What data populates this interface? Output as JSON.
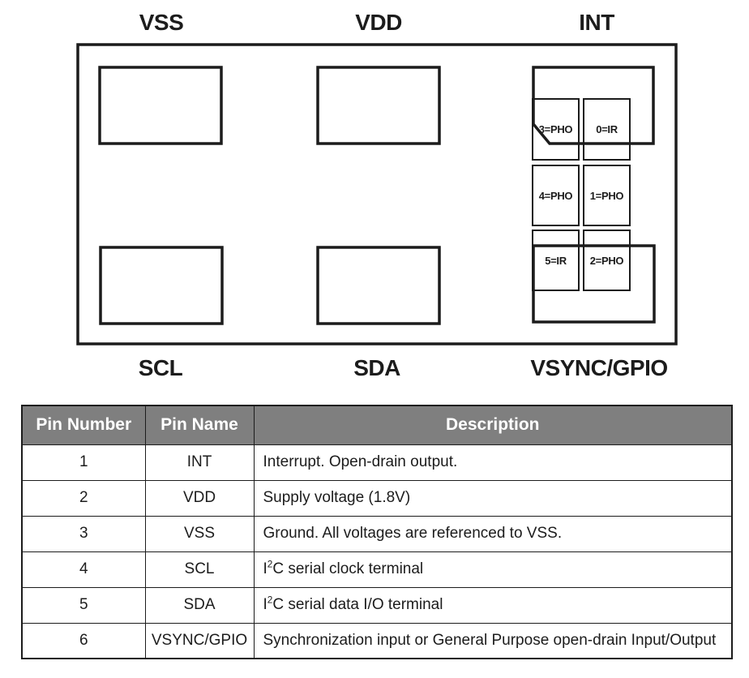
{
  "diagram": {
    "top_labels": [
      {
        "text": "VSS"
      },
      {
        "text": "VDD"
      },
      {
        "text": "INT"
      }
    ],
    "bottom_labels": [
      {
        "text": "SCL"
      },
      {
        "text": "SDA"
      },
      {
        "text": "VSYNC/GPIO"
      }
    ],
    "cells": [
      {
        "label": "3=PHO"
      },
      {
        "label": "0=IR"
      },
      {
        "label": "4=PHO"
      },
      {
        "label": "1=PHO"
      },
      {
        "label": "5=IR"
      },
      {
        "label": "2=PHO"
      }
    ]
  },
  "table": {
    "headers": [
      "Pin Number",
      "Pin Name",
      "Description"
    ],
    "rows": [
      {
        "number": "1",
        "name": "INT",
        "description": "Interrupt. Open-drain output."
      },
      {
        "number": "2",
        "name": "VDD",
        "description": "Supply voltage (1.8V)"
      },
      {
        "number": "3",
        "name": "VSS",
        "description": "Ground. All voltages are referenced to VSS."
      },
      {
        "number": "4",
        "name": "SCL",
        "description": "I²C serial clock terminal"
      },
      {
        "number": "5",
        "name": "SDA",
        "description": "I²C serial data I/O terminal"
      },
      {
        "number": "6",
        "name": "VSYNC/GPIO",
        "description": "Synchronization input or General Purpose open-drain Input/Output"
      }
    ],
    "colors": {
      "header_bg": "#7f7f7f",
      "header_text": "#ffffff",
      "ink": "#1c1c1c"
    }
  }
}
